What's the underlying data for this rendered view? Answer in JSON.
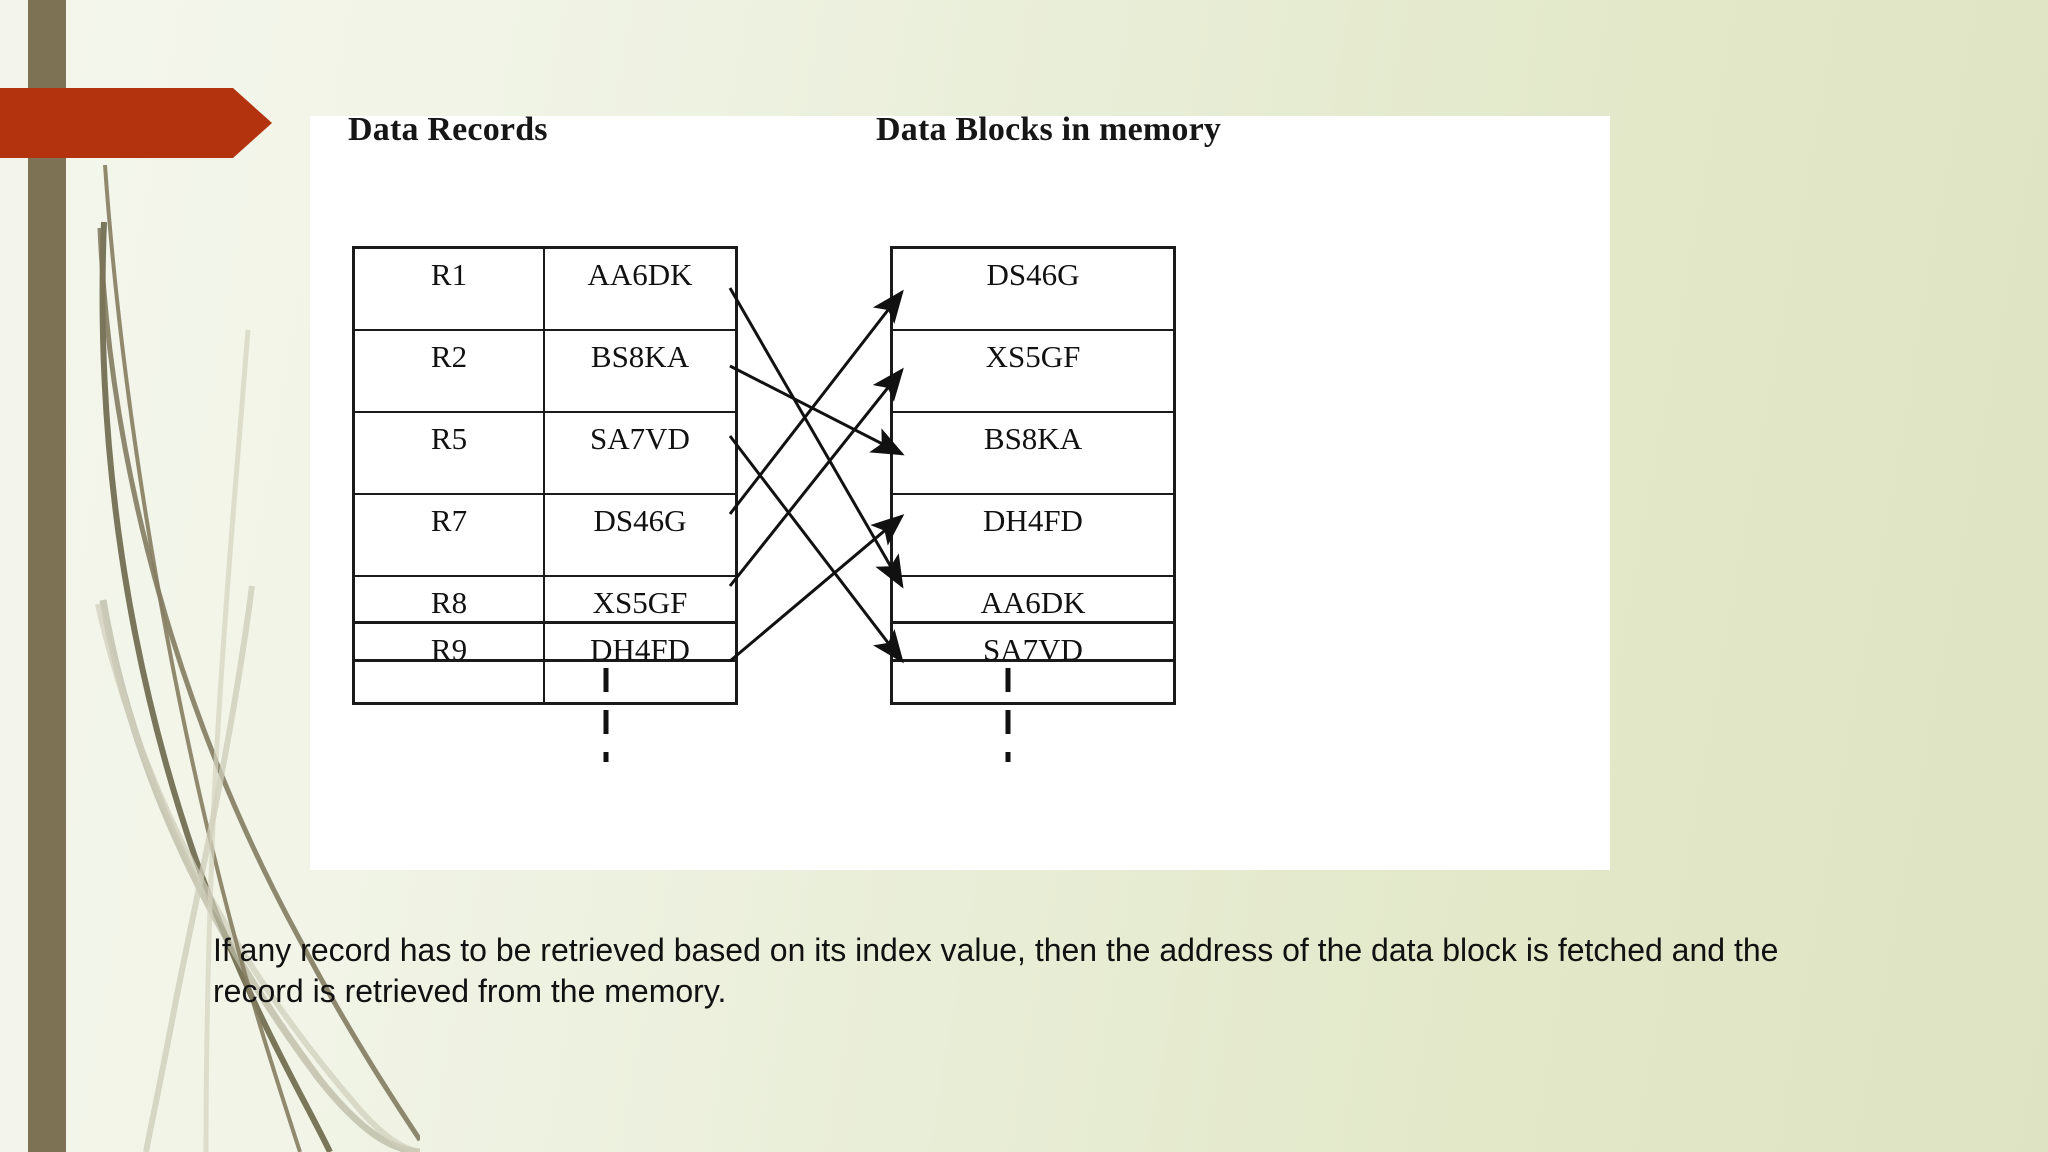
{
  "slide": {
    "background_left_color": "#f3f5ec",
    "background_right_color": "#dee4c3",
    "accent_bar_color": "#7d7354",
    "banner_color": "#b3330f",
    "card_color": "#ffffff"
  },
  "diagram": {
    "left_heading": "Data Records",
    "right_heading": "Data Blocks in memory",
    "records": [
      {
        "key": "R1",
        "value": "AA6DK"
      },
      {
        "key": "R2",
        "value": "BS8KA"
      },
      {
        "key": "R5",
        "value": "SA7VD"
      },
      {
        "key": "R7",
        "value": "DS46G"
      },
      {
        "key": "R8",
        "value": "XS5GF"
      }
    ],
    "records_continuation": {
      "key": "R9",
      "value": "DH4FD"
    },
    "blocks": [
      "DS46G",
      "XS5GF",
      "BS8KA",
      "DH4FD",
      "AA6DK"
    ],
    "blocks_continuation": "SA7VD",
    "ellipsis_marker": "vertical-dashed-line",
    "mappings": [
      {
        "from": "R1",
        "to": "AA6DK"
      },
      {
        "from": "R2",
        "to": "BS8KA"
      },
      {
        "from": "R5",
        "to": "SA7VD"
      },
      {
        "from": "R7",
        "to": "DS46G"
      },
      {
        "from": "R8",
        "to": "XS5GF"
      },
      {
        "from": "R9",
        "to": "DH4FD"
      }
    ]
  },
  "caption": {
    "text": "If any record has to be retrieved based on its index value, then the address of the data block is fetched and the record is retrieved from the memory."
  }
}
